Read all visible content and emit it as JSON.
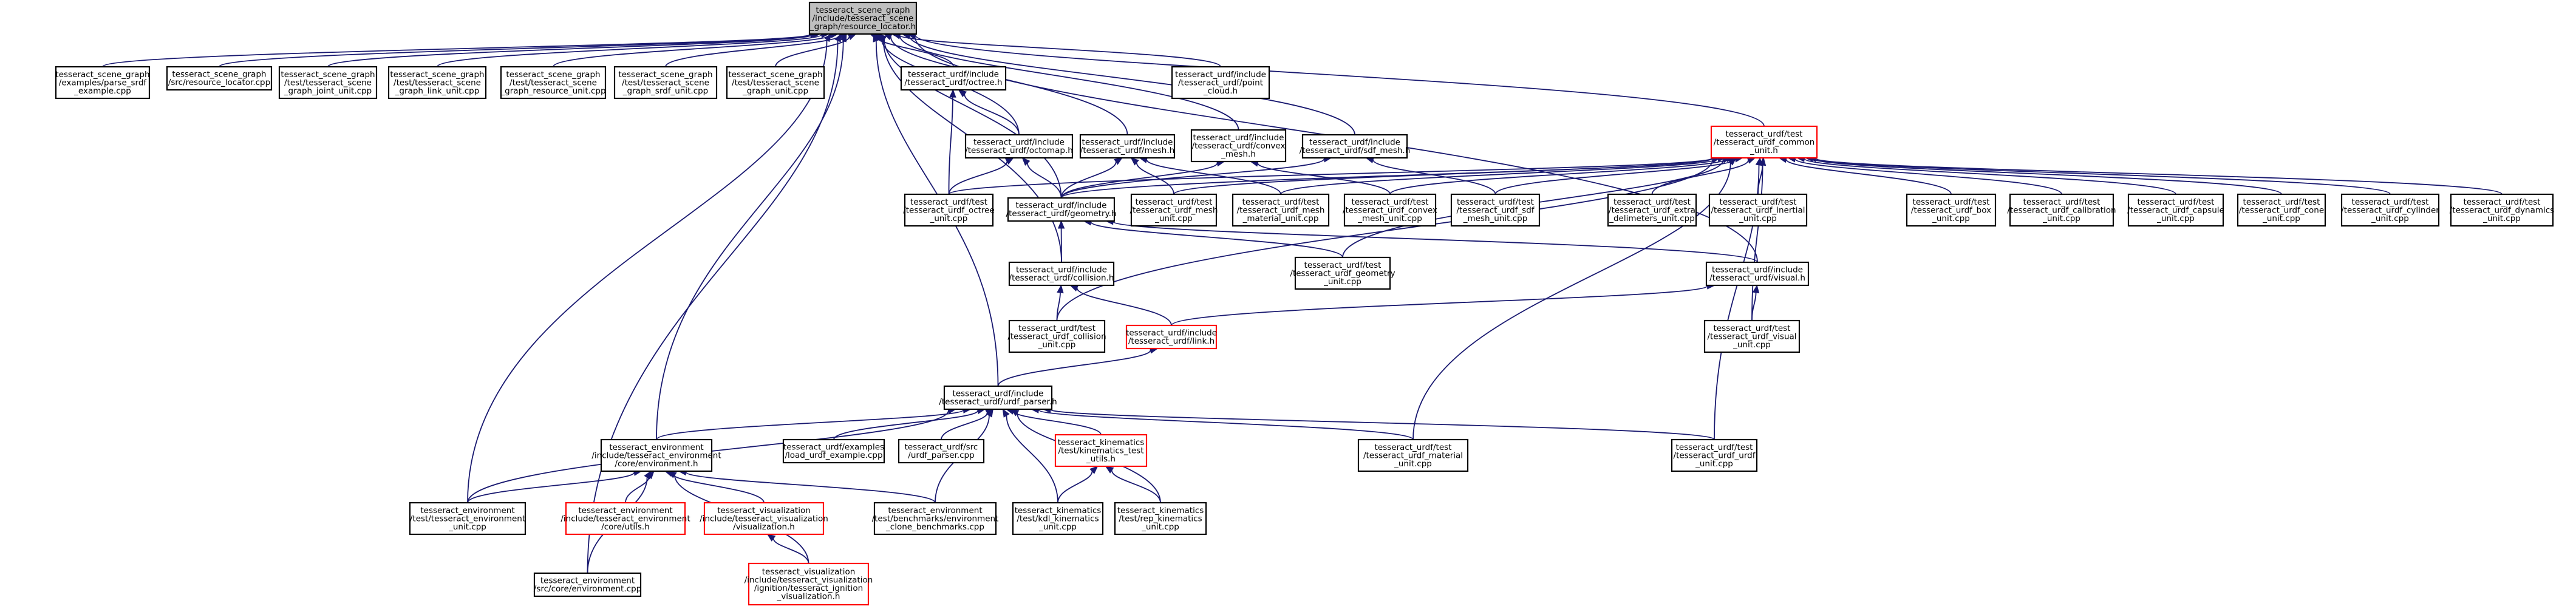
{
  "colors": {
    "edge": "#191970",
    "focus_fill": "#bfbfbf",
    "border_black": "#000000",
    "border_red": "#ff0000",
    "fill": "#ffffff"
  },
  "nodes": [
    {
      "id": "root",
      "lines": [
        "tesseract_scene_graph",
        "/include/tesseract_scene",
        "_graph/resource_locator.h"
      ],
      "border": "black",
      "focus": true
    },
    {
      "id": "ex_sg",
      "lines": [
        "tesseract_scene_graph",
        "/examples/parse_srdf",
        "_example.cpp"
      ],
      "border": "black"
    },
    {
      "id": "src_rl",
      "lines": [
        "tesseract_scene_graph",
        "/src/resource_locator.cpp"
      ],
      "border": "black"
    },
    {
      "id": "t_joint",
      "lines": [
        "tesseract_scene_graph",
        "/test/tesseract_scene",
        "_graph_joint_unit.cpp"
      ],
      "border": "black"
    },
    {
      "id": "t_link",
      "lines": [
        "tesseract_scene_graph",
        "/test/tesseract_scene",
        "_graph_link_unit.cpp"
      ],
      "border": "black"
    },
    {
      "id": "t_res",
      "lines": [
        "tesseract_scene_graph",
        "/test/tesseract_scene",
        "_graph_resource_unit.cpp"
      ],
      "border": "black"
    },
    {
      "id": "t_srdf",
      "lines": [
        "tesseract_scene_graph",
        "/test/tesseract_scene",
        "_graph_srdf_unit.cpp"
      ],
      "border": "black"
    },
    {
      "id": "t_sgu",
      "lines": [
        "tesseract_scene_graph",
        "/test/tesseract_scene",
        "_graph_unit.cpp"
      ],
      "border": "black"
    },
    {
      "id": "octree_h",
      "lines": [
        "tesseract_urdf/include",
        "/tesseract_urdf/octree.h"
      ],
      "border": "black"
    },
    {
      "id": "pcloud_h",
      "lines": [
        "tesseract_urdf/include",
        "/tesseract_urdf/point",
        "_cloud.h"
      ],
      "border": "black"
    },
    {
      "id": "octomap_h",
      "lines": [
        "tesseract_urdf/include",
        "/tesseract_urdf/octomap.h"
      ],
      "border": "black"
    },
    {
      "id": "mesh_h",
      "lines": [
        "tesseract_urdf/include",
        "/tesseract_urdf/mesh.h"
      ],
      "border": "black"
    },
    {
      "id": "cmesh_h",
      "lines": [
        "tesseract_urdf/include",
        "/tesseract_urdf/convex",
        "_mesh.h"
      ],
      "border": "black"
    },
    {
      "id": "sdfmesh_h",
      "lines": [
        "tesseract_urdf/include",
        "/tesseract_urdf/sdf_mesh.h"
      ],
      "border": "black"
    },
    {
      "id": "common_h",
      "lines": [
        "tesseract_urdf/test",
        "/tesseract_urdf_common",
        "_unit.h"
      ],
      "border": "red"
    },
    {
      "id": "octree_u",
      "lines": [
        "tesseract_urdf/test",
        "/tesseract_urdf_octree",
        "_unit.cpp"
      ],
      "border": "black"
    },
    {
      "id": "geom_h",
      "lines": [
        "tesseract_urdf/include",
        "/tesseract_urdf/geometry.h"
      ],
      "border": "black"
    },
    {
      "id": "mesh_u",
      "lines": [
        "tesseract_urdf/test",
        "/tesseract_urdf_mesh",
        "_unit.cpp"
      ],
      "border": "black"
    },
    {
      "id": "meshmat_u",
      "lines": [
        "tesseract_urdf/test",
        "/tesseract_urdf_mesh",
        "_material_unit.cpp"
      ],
      "border": "black"
    },
    {
      "id": "cmesh_u",
      "lines": [
        "tesseract_urdf/test",
        "/tesseract_urdf_convex",
        "_mesh_unit.cpp"
      ],
      "border": "black"
    },
    {
      "id": "sdf_u",
      "lines": [
        "tesseract_urdf/test",
        "/tesseract_urdf_sdf",
        "_mesh_unit.cpp"
      ],
      "border": "black"
    },
    {
      "id": "extra_u",
      "lines": [
        "tesseract_urdf/test",
        "/tesseract_urdf_extra",
        "_delimeters_unit.cpp"
      ],
      "border": "black"
    },
    {
      "id": "inertial_u",
      "lines": [
        "tesseract_urdf/test",
        "/tesseract_urdf_inertial",
        "_unit.cpp"
      ],
      "border": "black"
    },
    {
      "id": "box_u",
      "lines": [
        "tesseract_urdf/test",
        "/tesseract_urdf_box",
        "_unit.cpp"
      ],
      "border": "black"
    },
    {
      "id": "calib_u",
      "lines": [
        "tesseract_urdf/test",
        "/tesseract_urdf_calibration",
        "_unit.cpp"
      ],
      "border": "black"
    },
    {
      "id": "capsule_u",
      "lines": [
        "tesseract_urdf/test",
        "/tesseract_urdf_capsule",
        "_unit.cpp"
      ],
      "border": "black"
    },
    {
      "id": "cone_u",
      "lines": [
        "tesseract_urdf/test",
        "/tesseract_urdf_cone",
        "_unit.cpp"
      ],
      "border": "black"
    },
    {
      "id": "cyl_u",
      "lines": [
        "tesseract_urdf/test",
        "/tesseract_urdf_cylinder",
        "_unit.cpp"
      ],
      "border": "black"
    },
    {
      "id": "dyn_u",
      "lines": [
        "tesseract_urdf/test",
        "/tesseract_urdf_dynamics",
        "_unit.cpp"
      ],
      "border": "black"
    },
    {
      "id": "geom_u",
      "lines": [
        "tesseract_urdf/test",
        "/tesseract_urdf_geometry",
        "_unit.cpp"
      ],
      "border": "black"
    },
    {
      "id": "coll_h",
      "lines": [
        "tesseract_urdf/include",
        "/tesseract_urdf/collision.h"
      ],
      "border": "black"
    },
    {
      "id": "visual_h",
      "lines": [
        "tesseract_urdf/include",
        "/tesseract_urdf/visual.h"
      ],
      "border": "black"
    },
    {
      "id": "coll_u",
      "lines": [
        "tesseract_urdf/test",
        "/tesseract_urdf_collision",
        "_unit.cpp"
      ],
      "border": "black"
    },
    {
      "id": "link_h",
      "lines": [
        "tesseract_urdf/include",
        "/tesseract_urdf/link.h"
      ],
      "border": "red"
    },
    {
      "id": "visual_u",
      "lines": [
        "tesseract_urdf/test",
        "/tesseract_urdf_visual",
        "_unit.cpp"
      ],
      "border": "black"
    },
    {
      "id": "parser_h",
      "lines": [
        "tesseract_urdf/include",
        "/tesseract_urdf/urdf_parser.h"
      ],
      "border": "black"
    },
    {
      "id": "env_h",
      "lines": [
        "tesseract_environment",
        "/include/tesseract_environment",
        "/core/environment.h"
      ],
      "border": "black"
    },
    {
      "id": "load_ex",
      "lines": [
        "tesseract_urdf/examples",
        "/load_urdf_example.cpp"
      ],
      "border": "black"
    },
    {
      "id": "parser_cpp",
      "lines": [
        "tesseract_urdf/src",
        "/urdf_parser.cpp"
      ],
      "border": "black"
    },
    {
      "id": "kin_utils",
      "lines": [
        "tesseract_kinematics",
        "/test/kinematics_test",
        "_utils.h"
      ],
      "border": "red"
    },
    {
      "id": "material_u",
      "lines": [
        "tesseract_urdf/test",
        "/tesseract_urdf_material",
        "_unit.cpp"
      ],
      "border": "black"
    },
    {
      "id": "urdf_u",
      "lines": [
        "tesseract_urdf/test",
        "/tesseract_urdf_urdf",
        "_unit.cpp"
      ],
      "border": "black"
    },
    {
      "id": "env_u",
      "lines": [
        "tesseract_environment",
        "/test/tesseract_environment",
        "_unit.cpp"
      ],
      "border": "black"
    },
    {
      "id": "env_utils",
      "lines": [
        "tesseract_environment",
        "/include/tesseract_environment",
        "/core/utils.h"
      ],
      "border": "red"
    },
    {
      "id": "vis_h",
      "lines": [
        "tesseract_visualization",
        "/include/tesseract_visualization",
        "/visualization.h"
      ],
      "border": "red"
    },
    {
      "id": "clone_bm",
      "lines": [
        "tesseract_environment",
        "/test/benchmarks/environment",
        "_clone_benchmarks.cpp"
      ],
      "border": "black"
    },
    {
      "id": "kin_kdl",
      "lines": [
        "tesseract_kinematics",
        "/test/kdl_kinematics",
        "_unit.cpp"
      ],
      "border": "black"
    },
    {
      "id": "kin_rep",
      "lines": [
        "tesseract_kinematics",
        "/test/rep_kinematics",
        "_unit.cpp"
      ],
      "border": "black"
    },
    {
      "id": "env_cpp",
      "lines": [
        "tesseract_environment",
        "/src/core/environment.cpp"
      ],
      "border": "black"
    },
    {
      "id": "ign_h",
      "lines": [
        "tesseract_visualization",
        "/include/tesseract_visualization",
        "/ignition/tesseract_ignition",
        "_visualization.h"
      ],
      "border": "red"
    }
  ],
  "edges": [
    [
      "ex_sg",
      "root"
    ],
    [
      "src_rl",
      "root"
    ],
    [
      "t_joint",
      "root"
    ],
    [
      "t_link",
      "root"
    ],
    [
      "t_res",
      "root"
    ],
    [
      "t_srdf",
      "root"
    ],
    [
      "t_sgu",
      "root"
    ],
    [
      "octree_h",
      "root"
    ],
    [
      "pcloud_h",
      "root"
    ],
    [
      "octomap_h",
      "root"
    ],
    [
      "mesh_h",
      "root"
    ],
    [
      "cmesh_h",
      "root"
    ],
    [
      "sdfmesh_h",
      "root"
    ],
    [
      "common_h",
      "root"
    ],
    [
      "geom_h",
      "root"
    ],
    [
      "coll_h",
      "root"
    ],
    [
      "visual_h",
      "root"
    ],
    [
      "parser_h",
      "root"
    ],
    [
      "env_h",
      "root"
    ],
    [
      "env_u",
      "root"
    ],
    [
      "env_cpp",
      "root"
    ],
    [
      "octomap_h",
      "octree_h"
    ],
    [
      "octree_u",
      "octree_h"
    ],
    [
      "octree_u",
      "octomap_h"
    ],
    [
      "geom_h",
      "octomap_h"
    ],
    [
      "mesh_u",
      "mesh_h"
    ],
    [
      "meshmat_u",
      "mesh_h"
    ],
    [
      "geom_h",
      "mesh_h"
    ],
    [
      "cmesh_u",
      "cmesh_h"
    ],
    [
      "geom_h",
      "cmesh_h"
    ],
    [
      "sdf_u",
      "sdfmesh_h"
    ],
    [
      "geom_h",
      "sdfmesh_h"
    ],
    [
      "octree_u",
      "common_h"
    ],
    [
      "geom_h",
      "common_h"
    ],
    [
      "mesh_u",
      "common_h"
    ],
    [
      "meshmat_u",
      "common_h"
    ],
    [
      "cmesh_u",
      "common_h"
    ],
    [
      "sdf_u",
      "common_h"
    ],
    [
      "extra_u",
      "common_h"
    ],
    [
      "inertial_u",
      "common_h"
    ],
    [
      "box_u",
      "common_h"
    ],
    [
      "calib_u",
      "common_h"
    ],
    [
      "capsule_u",
      "common_h"
    ],
    [
      "cone_u",
      "common_h"
    ],
    [
      "cyl_u",
      "common_h"
    ],
    [
      "dyn_u",
      "common_h"
    ],
    [
      "geom_u",
      "common_h"
    ],
    [
      "coll_u",
      "common_h"
    ],
    [
      "visual_u",
      "common_h"
    ],
    [
      "material_u",
      "common_h"
    ],
    [
      "urdf_u",
      "common_h"
    ],
    [
      "geom_u",
      "geom_h"
    ],
    [
      "coll_h",
      "geom_h"
    ],
    [
      "visual_h",
      "geom_h"
    ],
    [
      "coll_u",
      "coll_h"
    ],
    [
      "link_h",
      "coll_h"
    ],
    [
      "link_h",
      "visual_h"
    ],
    [
      "visual_u",
      "visual_h"
    ],
    [
      "parser_h",
      "link_h"
    ],
    [
      "env_h",
      "parser_h"
    ],
    [
      "load_ex",
      "parser_h"
    ],
    [
      "parser_cpp",
      "parser_h"
    ],
    [
      "kin_utils",
      "parser_h"
    ],
    [
      "material_u",
      "parser_h"
    ],
    [
      "urdf_u",
      "parser_h"
    ],
    [
      "env_u",
      "parser_h"
    ],
    [
      "clone_bm",
      "parser_h"
    ],
    [
      "kin_kdl",
      "parser_h"
    ],
    [
      "kin_rep",
      "parser_h"
    ],
    [
      "env_u",
      "env_h"
    ],
    [
      "env_utils",
      "env_h"
    ],
    [
      "vis_h",
      "env_h"
    ],
    [
      "clone_bm",
      "env_h"
    ],
    [
      "env_cpp",
      "env_h"
    ],
    [
      "ign_h",
      "env_h"
    ],
    [
      "ign_h",
      "vis_h"
    ],
    [
      "kin_kdl",
      "kin_utils"
    ],
    [
      "kin_rep",
      "kin_utils"
    ]
  ]
}
